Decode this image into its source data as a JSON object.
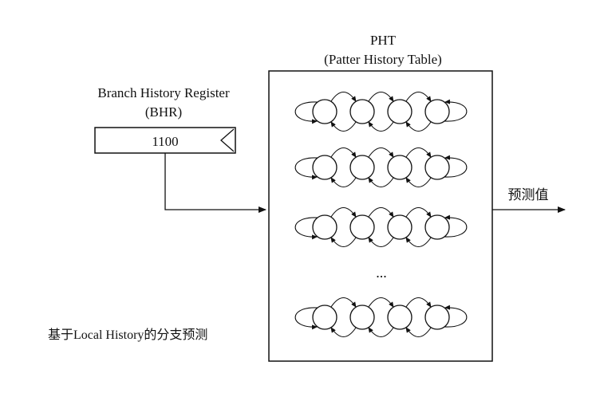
{
  "pht": {
    "title": "PHT",
    "subtitle": "(Patter History Table)"
  },
  "bhr": {
    "title": "Branch History Register",
    "subtitle": "(BHR)",
    "value": "1100"
  },
  "output": {
    "label": "预测值"
  },
  "ellipsis": "...",
  "caption": "基于Local History的分支预测",
  "fsm_rows": 4,
  "states_per_row": 4
}
